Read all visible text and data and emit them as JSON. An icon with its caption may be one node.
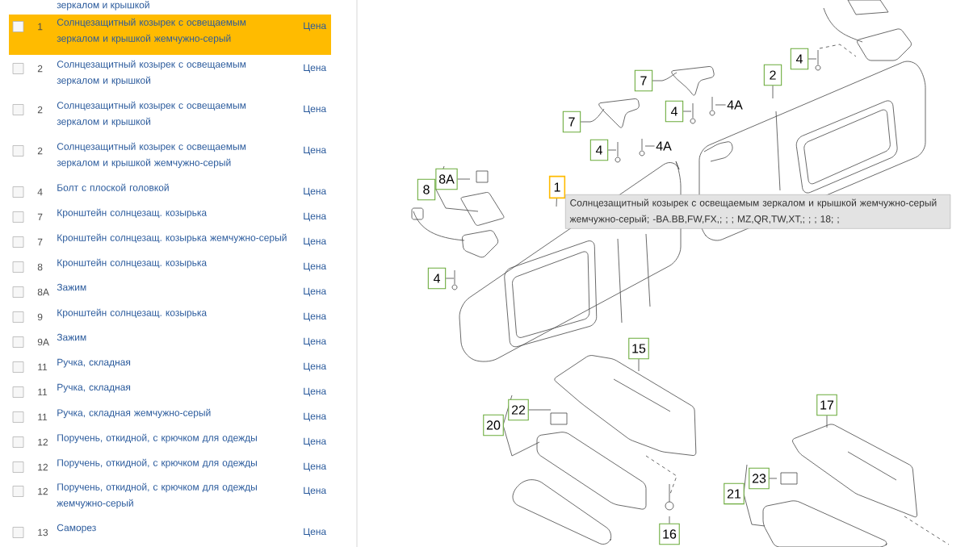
{
  "diagram": {
    "nodes": [
      {
        "text": [
          "4"
        ]
      },
      {
        "text": [
          "2"
        ]
      },
      {
        "text": [
          "7"
        ]
      },
      {
        "text": [
          "4"
        ]
      },
      {
        "text": [
          "4A"
        ]
      },
      {
        "text": [
          "7"
        ]
      },
      {
        "text": [
          "4"
        ]
      },
      {
        "text": [
          "4A"
        ]
      },
      {
        "text": [
          "8A"
        ]
      },
      {
        "text": [
          "1"
        ]
      },
      {
        "text": [
          "8"
        ]
      },
      {
        "text": [
          "Солнцезащитный козырек с освещаемым зеркалом и крышкой жемчужно-серый жемчужно-серый; -BA.BB,FW,FX,; ; ; MZ,QR,TW,XT,; ; ; 18; ;"
        ]
      },
      {
        "text": [
          "4"
        ]
      },
      {
        "text": [
          "15"
        ]
      },
      {
        "text": [
          "17"
        ]
      },
      {
        "text": [
          "22"
        ]
      },
      {
        "text": [
          "20"
        ]
      },
      {
        "text": [
          "23"
        ]
      },
      {
        "text": [
          "21"
        ]
      },
      {
        "text": [
          "16"
        ]
      }
    ],
    "edges": [
      {
        "from": 0,
        "to": null,
        "arrow": "none"
      },
      {
        "from": 1,
        "to": null,
        "arrow": "none"
      },
      {
        "from": 2,
        "to": null,
        "arrow": "none"
      },
      {
        "from": 3,
        "to": null,
        "arrow": "none"
      },
      {
        "from": 4,
        "to": null,
        "arrow": "none"
      },
      {
        "from": 5,
        "to": null,
        "arrow": "none"
      },
      {
        "from": 6,
        "to": null,
        "arrow": "none"
      },
      {
        "from": 7,
        "to": null,
        "arrow": "none"
      },
      {
        "from": 8,
        "to": null,
        "arrow": "none"
      },
      {
        "from": 9,
        "to": null,
        "arrow": "none"
      },
      {
        "from": 12,
        "to": null,
        "arrow": "none"
      },
      {
        "from": 13,
        "to": null,
        "arrow": "none"
      },
      {
        "from": 14,
        "to": null,
        "arrow": "none"
      },
      {
        "from": 15,
        "to": null,
        "arrow": "none"
      },
      {
        "from": 17,
        "to": null,
        "arrow": "none"
      },
      {
        "from": 19,
        "to": null,
        "arrow": "none"
      }
    ],
    "labels": [
      "зеркалом и крышкой",
      "1",
      "Солнцезащитный козырек с освещаемым зеркалом и крышкой жемчужно-серый",
      "Цена",
      "2",
      "Солнцезащитный козырек с освещаемым зеркалом и крышкой",
      "Цена",
      "2",
      "Солнцезащитный козырек с освещаемым зеркалом и крышкой",
      "Цена",
      "2",
      "Солнцезащитный козырек с освещаемым зеркалом и крышкой жемчужно-серый",
      "Цена",
      "4",
      "Болт с плоской головкой",
      "Цена",
      "7",
      "Кронштейн солнцезащ. козырька",
      "Цена",
      "7",
      "Кронштейн солнцезащ. козырька жемчужно-серый",
      "Цена",
      "8",
      "Кронштейн солнцезащ. козырька",
      "Цена",
      "8A",
      "Зажим",
      "Цена",
      "9",
      "Кронштейн солнцезащ. козырька",
      "Цена",
      "9A",
      "Зажим",
      "Цена",
      "11",
      "Ручка, складная",
      "Цена",
      "11",
      "Ручка, складная",
      "Цена",
      "11",
      "Ручка, складная жемчужно-серый",
      "Цена",
      "12",
      "Поручень, откидной, с крючком для одежды",
      "Цена",
      "12",
      "Поручень, откидной, с крючком для одежды",
      "Цена",
      "12",
      "Поручень, откидной, с крючком для одежды жемчужно-серый",
      "Цена",
      "13",
      "Саморез",
      "Цена"
    ]
  }
}
